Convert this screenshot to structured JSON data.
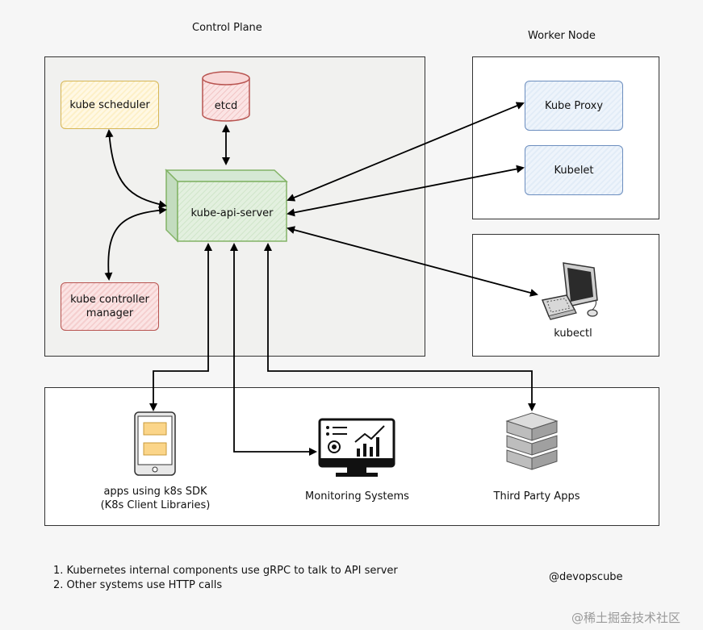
{
  "control_plane": {
    "title": "Control Plane",
    "scheduler": "kube scheduler",
    "etcd": "etcd",
    "api_server": "kube-api-server",
    "controller_line1": "kube controller",
    "controller_line2": "manager"
  },
  "worker_node": {
    "title": "Worker Node",
    "proxy": "Kube Proxy",
    "kubelet": "Kubelet"
  },
  "kubectl": {
    "label": "kubectl"
  },
  "clients": {
    "sdk_line1": "apps using k8s SDK",
    "sdk_line2": "(K8s Client Libraries)",
    "monitoring": "Monitoring Systems",
    "third_party": "Third Party Apps"
  },
  "notes": [
    "1. Kubernetes internal components use gRPC to talk to API server",
    "2. Other systems use HTTP calls"
  ],
  "brand": "@devopscube",
  "watermark": "@稀土掘金技术社区",
  "colors": {
    "api_green": "#d5e8d4",
    "api_green_border": "#82b366",
    "red_border": "#b85450",
    "yellow_border": "#d6b656",
    "blue_border": "#6c8ebf"
  }
}
